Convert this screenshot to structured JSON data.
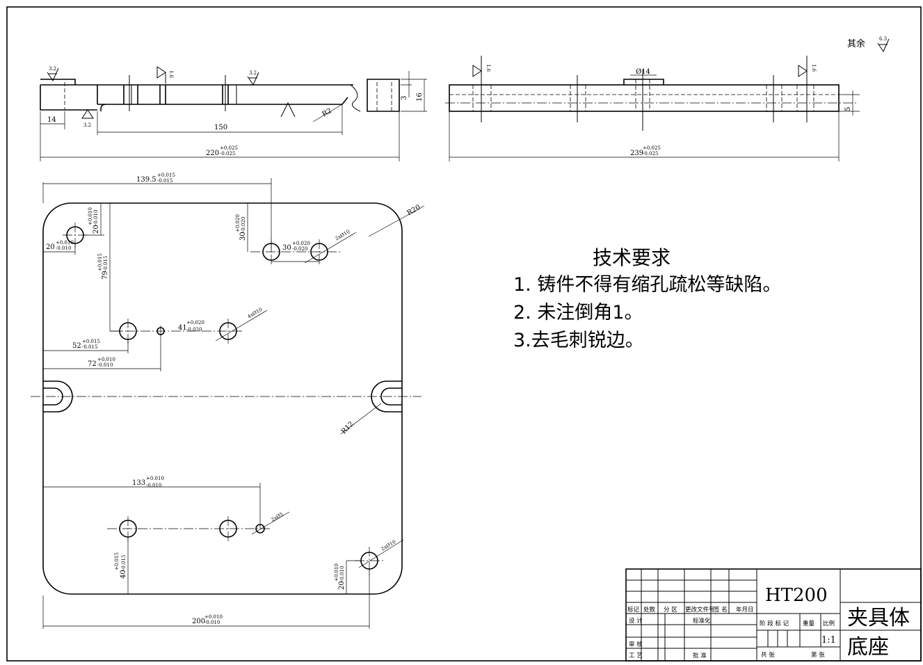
{
  "roughness": {
    "other_prefix": "其余",
    "other_value": "6.3",
    "ra_3_2": "3.2",
    "ra_1_6": "1.6"
  },
  "side_view_left": {
    "dim_14": "14",
    "dim_150": "150",
    "dim_220": "220",
    "dim_220_tol_up": "+0.025",
    "dim_220_tol_dn": "-0.025",
    "dim_3": "3",
    "dim_16": "16",
    "radius": "R2",
    "ra_top_left": "3.2",
    "ra_top_mid": "3.2",
    "ra_bottom": "3.2",
    "ra_vertical": "1.6"
  },
  "side_view_right": {
    "dim_phi4": "Ø14",
    "dim_239": "239",
    "dim_239_tol_up": "+0.025",
    "dim_239_tol_dn": "-0.025",
    "dim_5": "5",
    "ra_left": "1.6",
    "ra_right": "1.6"
  },
  "plan_view": {
    "d_139_5": "139.5",
    "d_139_5_up": "+0.015",
    "d_139_5_dn": "-0.015",
    "d_20_top": "20",
    "d_20_top_up": "+0.010",
    "d_20_top_dn": "-0.010",
    "d_20_left": "20",
    "d_20_left_up": "+0.010",
    "d_20_left_dn": "-0.010",
    "d_30_v": "30",
    "d_30_v_up": "+0.020",
    "d_30_v_dn": "-0.020",
    "d_30_h": "30",
    "d_30_h_up": "+0.020",
    "d_30_h_dn": "-0.020",
    "hole_2x10_top": "2xØ10",
    "r20": "R20",
    "d_79": "79",
    "d_79_up": "+0.015",
    "d_79_dn": "-0.015",
    "d_41": "41",
    "d_41_up": "+0.020",
    "d_41_dn": "-0.020",
    "hole_4x10": "4xØ10",
    "d_52": "52",
    "d_52_up": "+0.015",
    "d_52_dn": "-0.015",
    "d_72": "72",
    "d_72_up": "+0.010",
    "d_72_dn": "-0.010",
    "r12": "R12",
    "d_133": "133",
    "d_133_up": "+0.010",
    "d_133_dn": "-0.010",
    "hole_2x5": "2xØ5",
    "hole_2x10_bot": "2xØ10",
    "d_40": "40",
    "d_40_up": "+0.015",
    "d_40_dn": "-0.015",
    "d_20_br": "20",
    "d_20_br_up": "+0.010",
    "d_20_br_dn": "-0.010",
    "d_200": "200",
    "d_200_up": "+0.010",
    "d_200_dn": "-0.010"
  },
  "tech_requirements": {
    "title": "技术要求",
    "item1": "1. 铸件不得有缩孔疏松等缺陷。",
    "item2": "2. 未注倒角1。",
    "item3": "3.去毛刺锐边。"
  },
  "title_block": {
    "material": "HT200",
    "part_name_1": "夹具体",
    "part_name_2": "底座",
    "h_mark": "标记",
    "h_count": "处数",
    "h_zone": "分 区",
    "h_docno": "更改文件号",
    "h_sign": "签 名",
    "h_date": "年月日",
    "h_design": "设 计",
    "h_std": "标准化",
    "h_stage": "阶 段 标 记",
    "h_weight": "重量",
    "h_scale": "比例",
    "scale_value": "1:1",
    "h_review": "审 核",
    "h_process": "工 艺",
    "h_approve": "批 准",
    "h_total": "共   张",
    "h_sheet": "第   张"
  }
}
